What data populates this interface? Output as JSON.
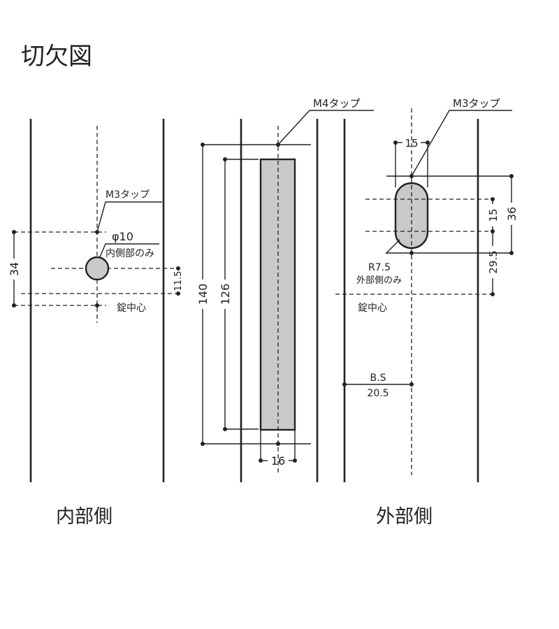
{
  "title": "切欠図",
  "colors": {
    "line": "#222222",
    "cutout_fill": "#c9c9c9"
  },
  "inner": {
    "label": "内部側",
    "tap": "M3タップ",
    "hole_dia": "φ10",
    "hole_note": "内側部のみ",
    "dim_34": "34",
    "dim_11_5": "11.5",
    "lock_center": "錠中心"
  },
  "middle": {
    "tap": "M4タップ",
    "dim_140": "140",
    "dim_126": "126",
    "dim_16": "16"
  },
  "outer": {
    "label": "外部側",
    "tap": "M3タップ",
    "dim_width": "15",
    "dim_15": "15",
    "dim_36": "36",
    "dim_29_5": "29.5",
    "radius": "R7.5",
    "radius_note": "外部側のみ",
    "lock_center": "錠中心",
    "bs_label": "B.S",
    "bs_value": "20.5"
  }
}
